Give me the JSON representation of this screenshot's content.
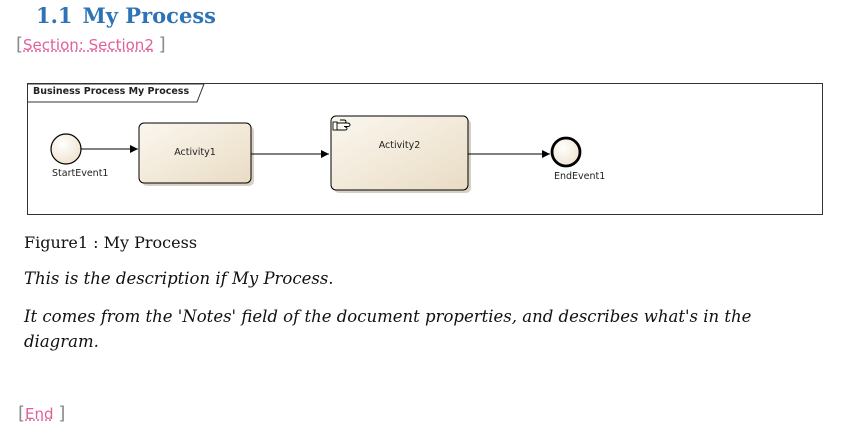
{
  "heading": {
    "number": "1.1",
    "title": "My Process"
  },
  "section_field": {
    "open": "[",
    "label": "Section: Section2",
    "close": "]"
  },
  "diagram": {
    "pool_title": "Business Process My Process",
    "start_event": "StartEvent1",
    "activity1": "Activity1",
    "activity2": "Activity2",
    "end_event": "EndEvent1",
    "colors": {
      "activity_fill": "#f3ebdc",
      "stroke": "#000000"
    }
  },
  "figure_caption": "Figure1 : My Process",
  "description": [
    "This is the description if My Process.",
    "It comes from the 'Notes' field of the document properties, and describes what's in the diagram."
  ],
  "end_field": {
    "open": "[",
    "label": "End",
    "close": "]"
  }
}
